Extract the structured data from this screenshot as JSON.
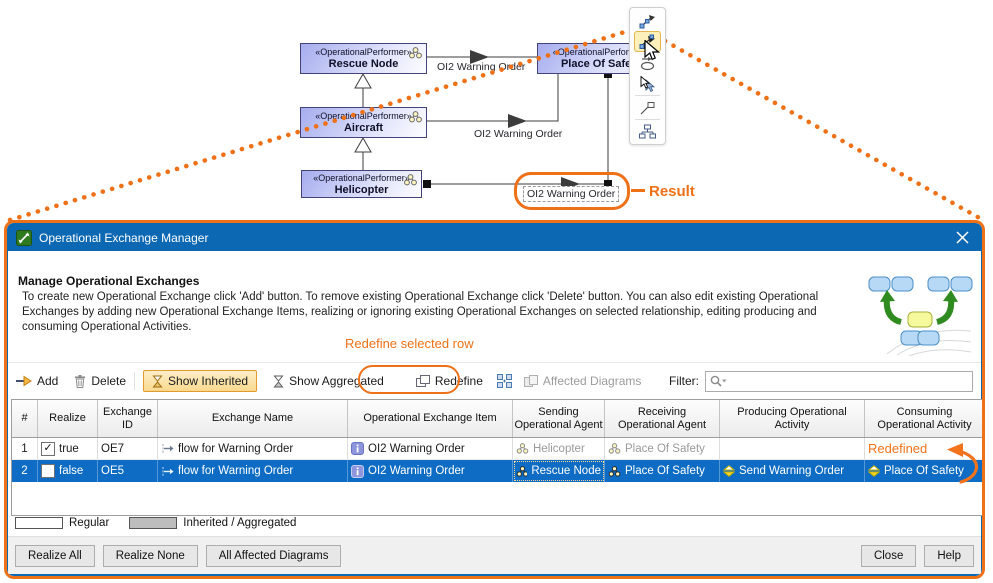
{
  "colors": {
    "accent_orange": "#ee7118",
    "titlebar_blue": "#0d68b4",
    "selected_row_blue": "#0e6cc4",
    "inherited_text_gray": "#9a9a9a",
    "show_inherited_highlight": "#fbd98e"
  },
  "diagram": {
    "nodes": [
      {
        "stereotype": "«OperationalPerformer»",
        "name": "Rescue Node"
      },
      {
        "stereotype": "«OperationalPerformer»",
        "name": "Place Of Safety"
      },
      {
        "stereotype": "«OperationalPerformer»",
        "name": "Aircraft"
      },
      {
        "stereotype": "«OperationalPerformer»",
        "name": "Helicopter"
      }
    ],
    "edge_labels": [
      "OI2 Warning Order",
      "OI2 Warning Order",
      "OI2 Warning Order"
    ],
    "result_annotation": "Result",
    "toolbar_icons": [
      "draw-exchange-icon",
      "create-exchange-icon",
      "oval-shape-icon",
      "select-related-icon",
      "note-link-icon",
      "structure-icon"
    ]
  },
  "dialog": {
    "title": "Operational Exchange Manager",
    "heading": "Manage Operational Exchanges",
    "description": "To create new Operational Exchange click 'Add' button. To remove existing Operational Exchange click 'Delete' button. You can also edit existing Operational Exchanges by adding new Operational Exchange Items, realizing or ignoring existing Operational Exchanges on selected relationship, editing producing and consuming Operational Activities.",
    "redefine_annotation": "Redefine selected row",
    "toolbar": {
      "add": "Add",
      "delete": "Delete",
      "show_inherited": "Show Inherited",
      "show_aggregated": "Show Aggregated",
      "redefine": "Redefine",
      "affected_diagrams": "Affected Diagrams",
      "filter_label": "Filter:",
      "filter_value": ""
    },
    "table": {
      "columns": [
        "#",
        "Realize",
        "Exchange\nID",
        "Exchange Name",
        "Operational Exchange Item",
        "Sending\nOperational Agent",
        "Receiving\nOperational Agent",
        "Producing Operational\nActivity",
        "Consuming\nOperational Activity"
      ],
      "rows": [
        {
          "num": "1",
          "realize": "true",
          "exchange_id": "OE7",
          "exchange_name": "flow for Warning Order",
          "exchange_item": "OI2 Warning Order",
          "sending": "Helicopter",
          "receiving": "Place Of Safety",
          "producing": "",
          "consuming": "",
          "consuming_annotation": "Redefined"
        },
        {
          "num": "2",
          "realize": "false",
          "exchange_id": "OE5",
          "exchange_name": "flow for Warning Order",
          "exchange_item": "OI2 Warning Order",
          "sending": "Rescue Node",
          "receiving": "Place Of Safety",
          "producing": "Send Warning Order",
          "consuming": "Place Of Safety"
        }
      ]
    },
    "legend": {
      "regular": "Regular",
      "inherited": "Inherited / Aggregated"
    },
    "buttons": {
      "realize_all": "Realize All",
      "realize_none": "Realize None",
      "all_affected_diagrams": "All Affected Diagrams",
      "close": "Close",
      "help": "Help"
    }
  }
}
